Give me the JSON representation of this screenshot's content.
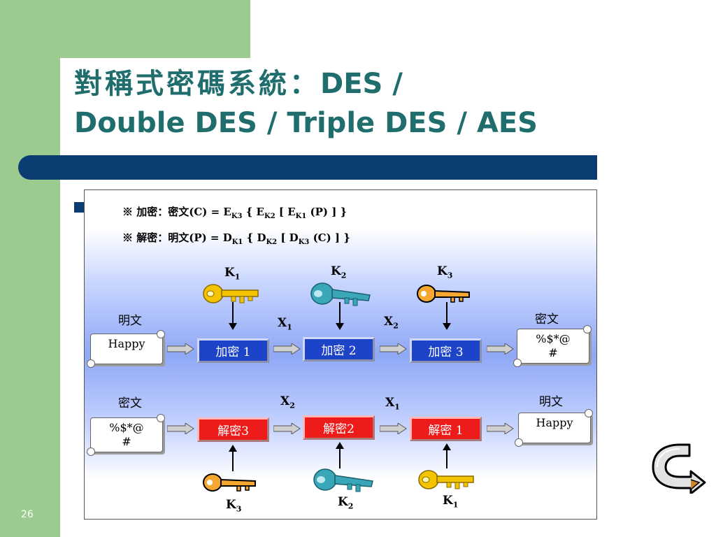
{
  "title": {
    "line1_cjk": "對稱式密碼系統：",
    "line1_latin": "DES /",
    "line2": "Double DES / Triple DES / AES"
  },
  "page_number": "26",
  "formulas": {
    "encrypt": {
      "prefix": "※ 加密：密文(C) = E",
      "s1": "K3",
      "m1": " { E",
      "s2": "K2",
      "m2": " [ E",
      "s3": "K1",
      "suffix": " (P) ] }"
    },
    "decrypt": {
      "prefix": "※ 解密：明文(P) = D",
      "s1": "K1",
      "m1": " { D",
      "s2": "K2",
      "m2": " [ D",
      "s3": "K3",
      "suffix": " (C) ] }"
    }
  },
  "encryption_row": {
    "input_label": "明文",
    "input_value": "Happy",
    "output_label": "密文",
    "output_value": "%$*@\n#",
    "steps": [
      "加密 1",
      "加密 2",
      "加密 3"
    ],
    "keys": [
      {
        "k": "K",
        "sub": "1",
        "color": "gold"
      },
      {
        "k": "K",
        "sub": "2",
        "color": "teal"
      },
      {
        "k": "K",
        "sub": "3",
        "color": "orange"
      }
    ],
    "intermediates": [
      {
        "x": "X",
        "sub": "1"
      },
      {
        "x": "X",
        "sub": "2"
      }
    ]
  },
  "decryption_row": {
    "input_label": "密文",
    "input_value": "%$*@\n#",
    "output_label": "明文",
    "output_value": "Happy",
    "steps": [
      "解密3",
      "解密2",
      "解密 1"
    ],
    "keys": [
      {
        "k": "K",
        "sub": "3",
        "color": "orange"
      },
      {
        "k": "K",
        "sub": "2",
        "color": "teal"
      },
      {
        "k": "K",
        "sub": "1",
        "color": "gold"
      }
    ],
    "intermediates": [
      {
        "x": "X",
        "sub": "2"
      },
      {
        "x": "X",
        "sub": "1"
      }
    ]
  },
  "colors": {
    "green": "#9ccb8f",
    "navy": "#0b3d72",
    "title": "#1f6d6d",
    "encrypt_box": "#1d43c8",
    "decrypt_box": "#ee1b1b"
  }
}
